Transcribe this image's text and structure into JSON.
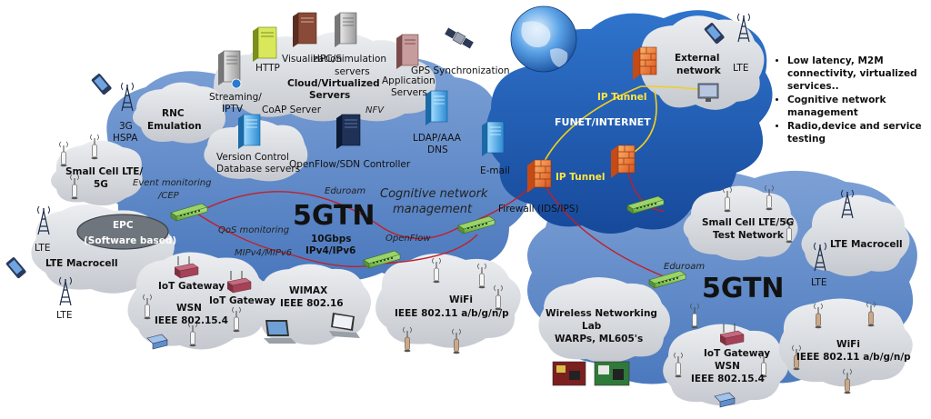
{
  "labels": {
    "http": "HTTP",
    "visualization": "Visualization",
    "hpc": "HPC/Simulation",
    "hpc2": "servers",
    "app1": "Application",
    "app2": "Servers",
    "gps": "GPS Synchronization",
    "streaming1": "Streaming/",
    "streaming2": "IPTV",
    "cloud1": "Cloud/Virtualized",
    "cloud2": "Servers",
    "coap": "CoAP Server",
    "nfv": "NFV",
    "g3a": "3G",
    "g3b": "HSPA",
    "rnc1": "RNC",
    "rnc2": "Emulation",
    "ldap1": "LDAP/AAA",
    "ldap2": "DNS",
    "vc1": "Version Control",
    "vc2": "Database servers",
    "openflow_ctrl": "OpenFlow/SDN Controller",
    "small1a": "Small Cell LTE/",
    "small1b": "5G",
    "event1": "Event monitoring",
    "event2": "/CEP",
    "eduroam1": "Eduroam",
    "cog1": "Cognitive network",
    "cog2": "management",
    "big5g1": "5GTN",
    "speed1": "10Gbps",
    "speed2": "IPv4/IPv6",
    "epc1": "EPC",
    "epc2": "(Software based)",
    "qos": "QoS monitoring",
    "mipv": "MIPv4/MIPv6",
    "openflow": "OpenFlow",
    "lte_a": "LTE",
    "lte_macro1": "LTE Macrocell",
    "lte_b": "LTE",
    "iot1": "IoT Gateway",
    "iot2": "IoT Gateway",
    "wsn1a": "WSN",
    "wsn1b": "IEEE 802.15.4",
    "wimax1": "WIMAX",
    "wimax2": "IEEE 802.16",
    "wifi1a": "WiFi",
    "wifi1b": "IEEE 802.11 a/b/g/n/p",
    "email": "E-mail",
    "firewall": "Firewall (IDS/IPS)",
    "iptunnel1": "IP Tunnel",
    "iptunnel2": "IP Tunnel",
    "funet": "FUNET/INTERNET",
    "ext1": "External",
    "ext2": "network",
    "lte_c": "LTE",
    "small2a": "Small Cell LTE/5G",
    "small2b": "Test Network",
    "lte_macro2": "LTE Macrocell",
    "lte_d": "LTE",
    "eduroam2": "Eduroam",
    "big5g2": "5GTN",
    "wlab1": "Wireless Networking",
    "wlab2": "Lab",
    "wlab3": "WARPs, ML605's",
    "iot3": "IoT Gateway",
    "wsn2a": "WSN",
    "wsn2b": "IEEE 802.15.4",
    "wifi2a": "WiFi",
    "wifi2b": "IEEE 802.11 a/b/g/n/p"
  },
  "bullets": [
    "Low latency, M2M connectivity, virtualized services..",
    "Cognitive network management",
    "Radio,device and service testing"
  ],
  "colors": {
    "cloud_blue": "#5b86c4",
    "internet_blue": "#1e5db3",
    "grey_cloud": "#d6d9de",
    "red_link": "#c0202a",
    "yellow_link": "#f2cf1e",
    "switch_green": "#8fce5a"
  }
}
